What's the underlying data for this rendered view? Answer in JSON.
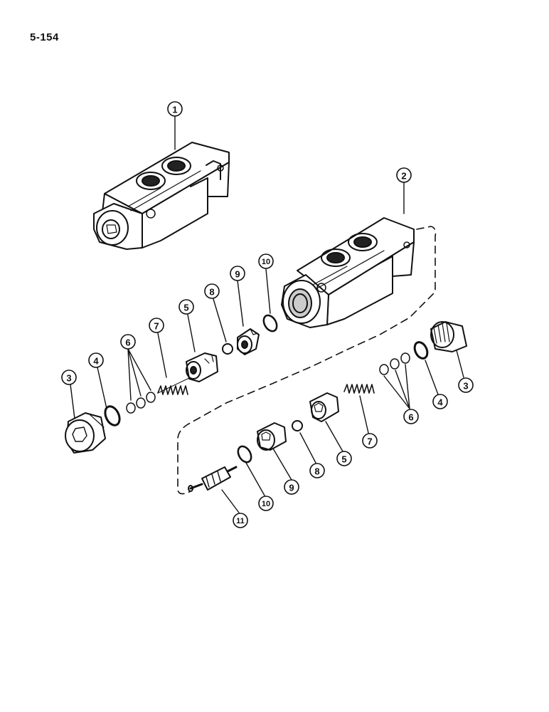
{
  "page": {
    "number": "5-154"
  },
  "callouts": {
    "c1": "1",
    "c2": "2",
    "c3a": "3",
    "c3b": "3",
    "c4a": "4",
    "c4b": "4",
    "c5a": "5",
    "c5b": "5",
    "c6a": "6",
    "c6b": "6",
    "c7a": "7",
    "c7b": "7",
    "c8a": "8",
    "c8b": "8",
    "c9a": "9",
    "c9b": "9",
    "c10a": "10",
    "c10b": "10",
    "c11": "11"
  },
  "colors": {
    "line": "#111111",
    "shade": "#2a2a2a",
    "paper": "#ffffff"
  }
}
